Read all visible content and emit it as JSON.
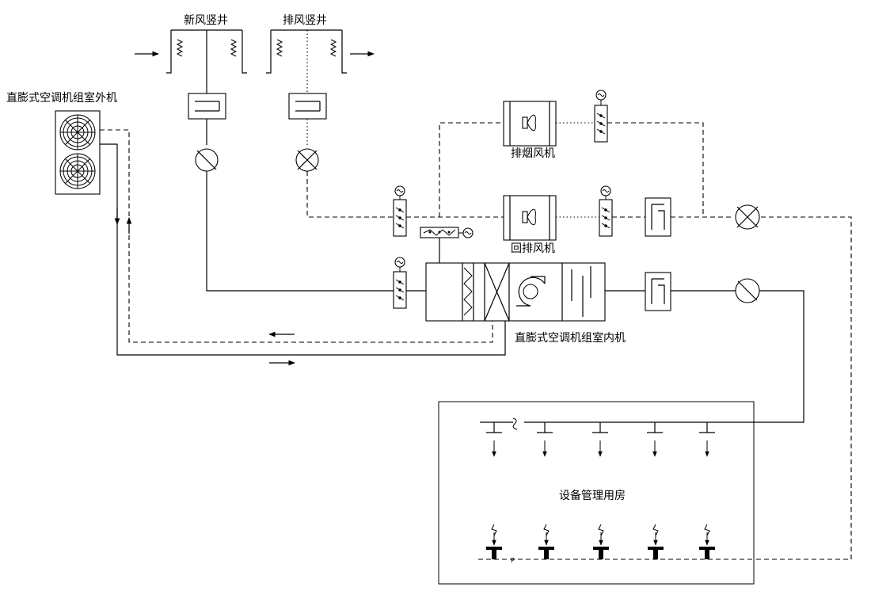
{
  "labels": {
    "fresh_air_shaft": "新风竖井",
    "exhaust_air_shaft": "排风竖井",
    "outdoor_unit": "直膨式空调机组室外机",
    "smoke_exhaust_fan": "排烟风机",
    "return_exhaust_fan": "回排风机",
    "indoor_unit": "直膨式空调机组室内机",
    "equipment_room": "设备管理用房",
    "p_marker": "P"
  },
  "icons": {
    "damper": "motorized-damper-icon",
    "fan": "axial-fan-icon",
    "silencer": "silencer-icon",
    "fire_damper": "fire-damper-icon",
    "louver": "louver-icon",
    "diffuser": "supply-diffuser-icon",
    "return_grille": "return-grille-icon"
  },
  "colors": {
    "line": "#000000",
    "background": "#ffffff"
  }
}
